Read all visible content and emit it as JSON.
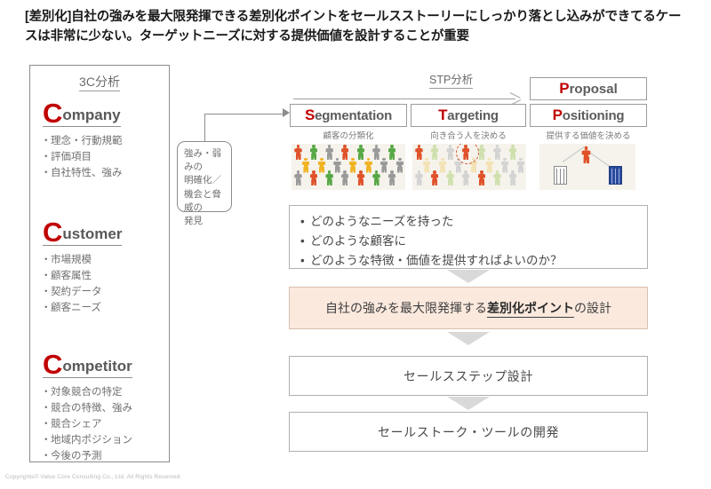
{
  "headline": "[差別化]自社の強みを最大限発揮できる差別化ポイントをセールスストーリーにしっかり落とし込みができてるケースは非常に少ない。ターゲットニーズに対する提供価値を設計することが重要",
  "panel_3c": {
    "title": "3C分析",
    "groups": [
      {
        "cap": "C",
        "rest": "ompany",
        "items": [
          "理念・行動規範",
          "評価項目",
          "自社特性、強み"
        ]
      },
      {
        "cap": "C",
        "rest": "ustomer",
        "items": [
          "市場規模",
          "顧客属性",
          "契約データ",
          "顧客ニーズ"
        ]
      },
      {
        "cap": "C",
        "rest": "ompetitor",
        "items": [
          "対象競合の特定",
          "競合の特徴、強み",
          "競合シェア",
          "地域内ポジション",
          "今後の予測"
        ]
      }
    ]
  },
  "callout": {
    "lines": [
      "強み・弱みの",
      "明確化／",
      "機会と脅威の",
      "発見"
    ]
  },
  "stp": {
    "label": "STP分析",
    "proposal": {
      "cap": "P",
      "rest": "roposal"
    },
    "boxes": [
      {
        "cap": "S",
        "rest": "egmentation",
        "caption": "顧客の分類化"
      },
      {
        "cap": "T",
        "rest": "argeting",
        "caption": "向き合う人を決める"
      },
      {
        "cap": "P",
        "rest": "ositioning",
        "caption": "提供する価値を決める"
      }
    ]
  },
  "needs": {
    "items": [
      "どのようなニーズを持った",
      "どのような顧客に",
      "どのような特徴・価値を提供すればよいのか？"
    ]
  },
  "diff_box": {
    "prefix": "自社の強みを最大限発揮する",
    "emphasis": "差別化ポイント",
    "suffix": "の設計"
  },
  "flow": [
    "セールスステップ設計",
    "セールストーク・ツールの開発"
  ],
  "footer": "Copyrights© Value Core Consulting Co., Ltd.  All Rights Reserved.",
  "colors": {
    "accent_red": "#c00000",
    "highlight_bg": "#fbe9de",
    "highlight_border": "#d8bfae",
    "box_border": "#b0b0b0",
    "text_gray": "#4a4a4a",
    "illus_bg": "#f5f3ec",
    "person_orange": "#e0522a",
    "person_yellow": "#f0b323",
    "person_green": "#57a846",
    "person_gray": "#9a9a9a",
    "person_fade_green": "#cfe0ae",
    "person_fade_yellow": "#f3e2b4",
    "person_fade_gray": "#d3d3d3",
    "building_blue": "#2a4a9c"
  },
  "illustrations": {
    "segmentation": {
      "name": "crowd-mixed-colors",
      "rows": [
        [
          "#e0522a",
          "#57a846",
          "#9a9a9a",
          "#e0522a",
          "#57a846",
          "#9a9a9a",
          "#57a846"
        ],
        [
          "#f0b323",
          "#f0b323",
          "#9a9a9a",
          "#f0b323",
          "#f0b323",
          "#9a9a9a",
          "#9a9a9a"
        ],
        [
          "#9a9a9a",
          "#e0522a",
          "#57a846",
          "#9a9a9a",
          "#e0522a",
          "#57a846",
          "#9a9a9a"
        ]
      ]
    },
    "targeting": {
      "name": "crowd-one-highlighted",
      "highlight_index": 3,
      "rows": [
        [
          "#e0522a",
          "#cfe0ae",
          "#d3d3d3",
          "#e0522a",
          "#cfe0ae",
          "#d3d3d3",
          "#cfe0ae"
        ],
        [
          "#f3e2b4",
          "#f3e2b4",
          "#d3d3d3",
          "#f3e2b4",
          "#f3e2b4",
          "#d3d3d3",
          "#d3d3d3"
        ],
        [
          "#d3d3d3",
          "#e0522a",
          "#cfe0ae",
          "#d3d3d3",
          "#e0522a",
          "#cfe0ae",
          "#d3d3d3"
        ]
      ]
    },
    "positioning": {
      "name": "person-choosing-between-buildings",
      "person_color": "#e0522a",
      "left_building": "gray",
      "right_building": "blue"
    }
  }
}
